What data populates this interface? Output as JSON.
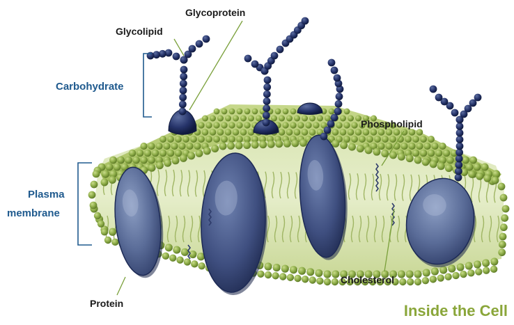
{
  "labels": {
    "glycoprotein": "Glycoprotein",
    "glycolipid": "Glycolipid",
    "carbohydrate": "Carbohydrate",
    "phospholipid": "Phospholipid",
    "plasma_line1": "Plasma",
    "plasma_line2": "membrane",
    "cholesterol": "Cholesterol",
    "protein": "Protein"
  },
  "footer": {
    "title": "Inside the Cell"
  },
  "colors": {
    "bracket_label": "#1f5a8e",
    "footer_title": "#8aa63a",
    "bead_green": "#8fae4a",
    "protein_blue": "#4a5e8e",
    "carbohydrate_bead": "#23305e",
    "tail_green": "#a8bf6a"
  }
}
